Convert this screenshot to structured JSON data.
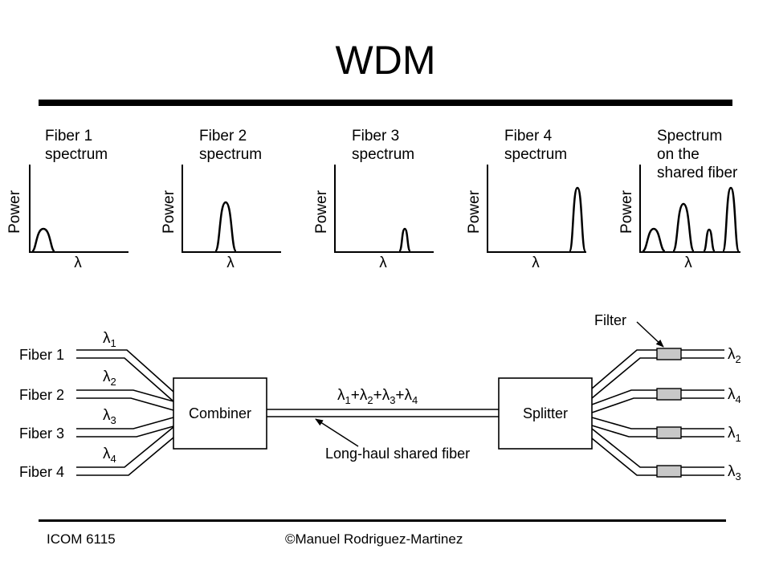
{
  "title": "WDM",
  "spectra": [
    {
      "label_line1": "Fiber 1",
      "label_line2": "spectrum",
      "label_line3": ""
    },
    {
      "label_line1": "Fiber 2",
      "label_line2": "spectrum",
      "label_line3": ""
    },
    {
      "label_line1": "Fiber 3",
      "label_line2": "spectrum",
      "label_line3": ""
    },
    {
      "label_line1": "Fiber 4",
      "label_line2": "spectrum",
      "label_line3": ""
    },
    {
      "label_line1": "Spectrum",
      "label_line2": "on the",
      "label_line3": "shared fiber"
    }
  ],
  "axis": {
    "y_label": "Power",
    "x_label": "λ"
  },
  "diagram": {
    "inputs": [
      {
        "label": "Fiber 1",
        "lambda": "λ",
        "sub": "1"
      },
      {
        "label": "Fiber 2",
        "lambda": "λ",
        "sub": "2"
      },
      {
        "label": "Fiber 3",
        "lambda": "λ",
        "sub": "3"
      },
      {
        "label": "Fiber 4",
        "lambda": "λ",
        "sub": "4"
      }
    ],
    "outputs": [
      {
        "lambda": "λ",
        "sub": "2"
      },
      {
        "lambda": "λ",
        "sub": "4"
      },
      {
        "lambda": "λ",
        "sub": "1"
      },
      {
        "lambda": "λ",
        "sub": "3"
      }
    ],
    "combiner_label": "Combiner",
    "splitter_label": "Splitter",
    "sum_parts": [
      {
        "lambda": "λ",
        "sub": "1"
      },
      {
        "lambda": "λ",
        "sub": "2"
      },
      {
        "lambda": "λ",
        "sub": "3"
      },
      {
        "lambda": "λ",
        "sub": "4"
      }
    ],
    "plus_sign": "+",
    "shared_fiber_label": "Long-haul shared fiber",
    "filter_label": "Filter",
    "filter_color": "#c8c8c8"
  },
  "footer": {
    "course": "ICOM 6115",
    "copyright": "©Manuel Rodriguez-Martinez"
  }
}
